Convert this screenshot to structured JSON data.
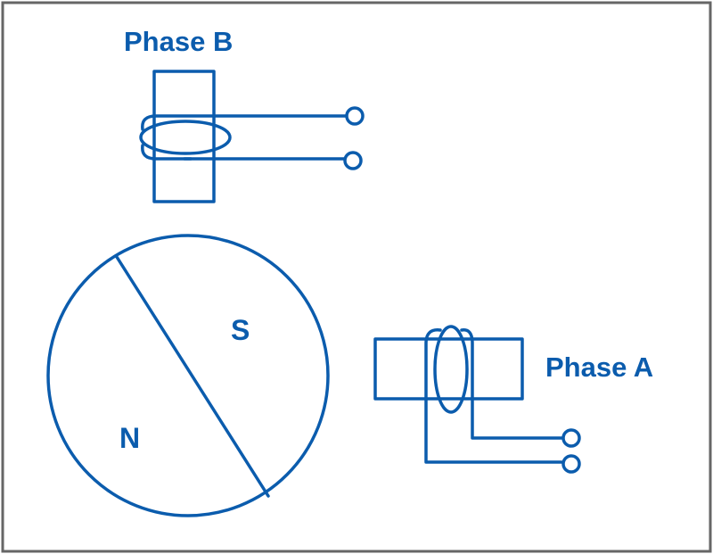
{
  "diagram": {
    "stroke_color": "#0b5cad",
    "border_color": "#666666",
    "background": "#ffffff",
    "labels": {
      "phase_b": "Phase B",
      "phase_a": "Phase A",
      "rotor_south": "S",
      "rotor_north": "N"
    },
    "marks": {
      "phase_b_terminal_minus": "-"
    }
  }
}
